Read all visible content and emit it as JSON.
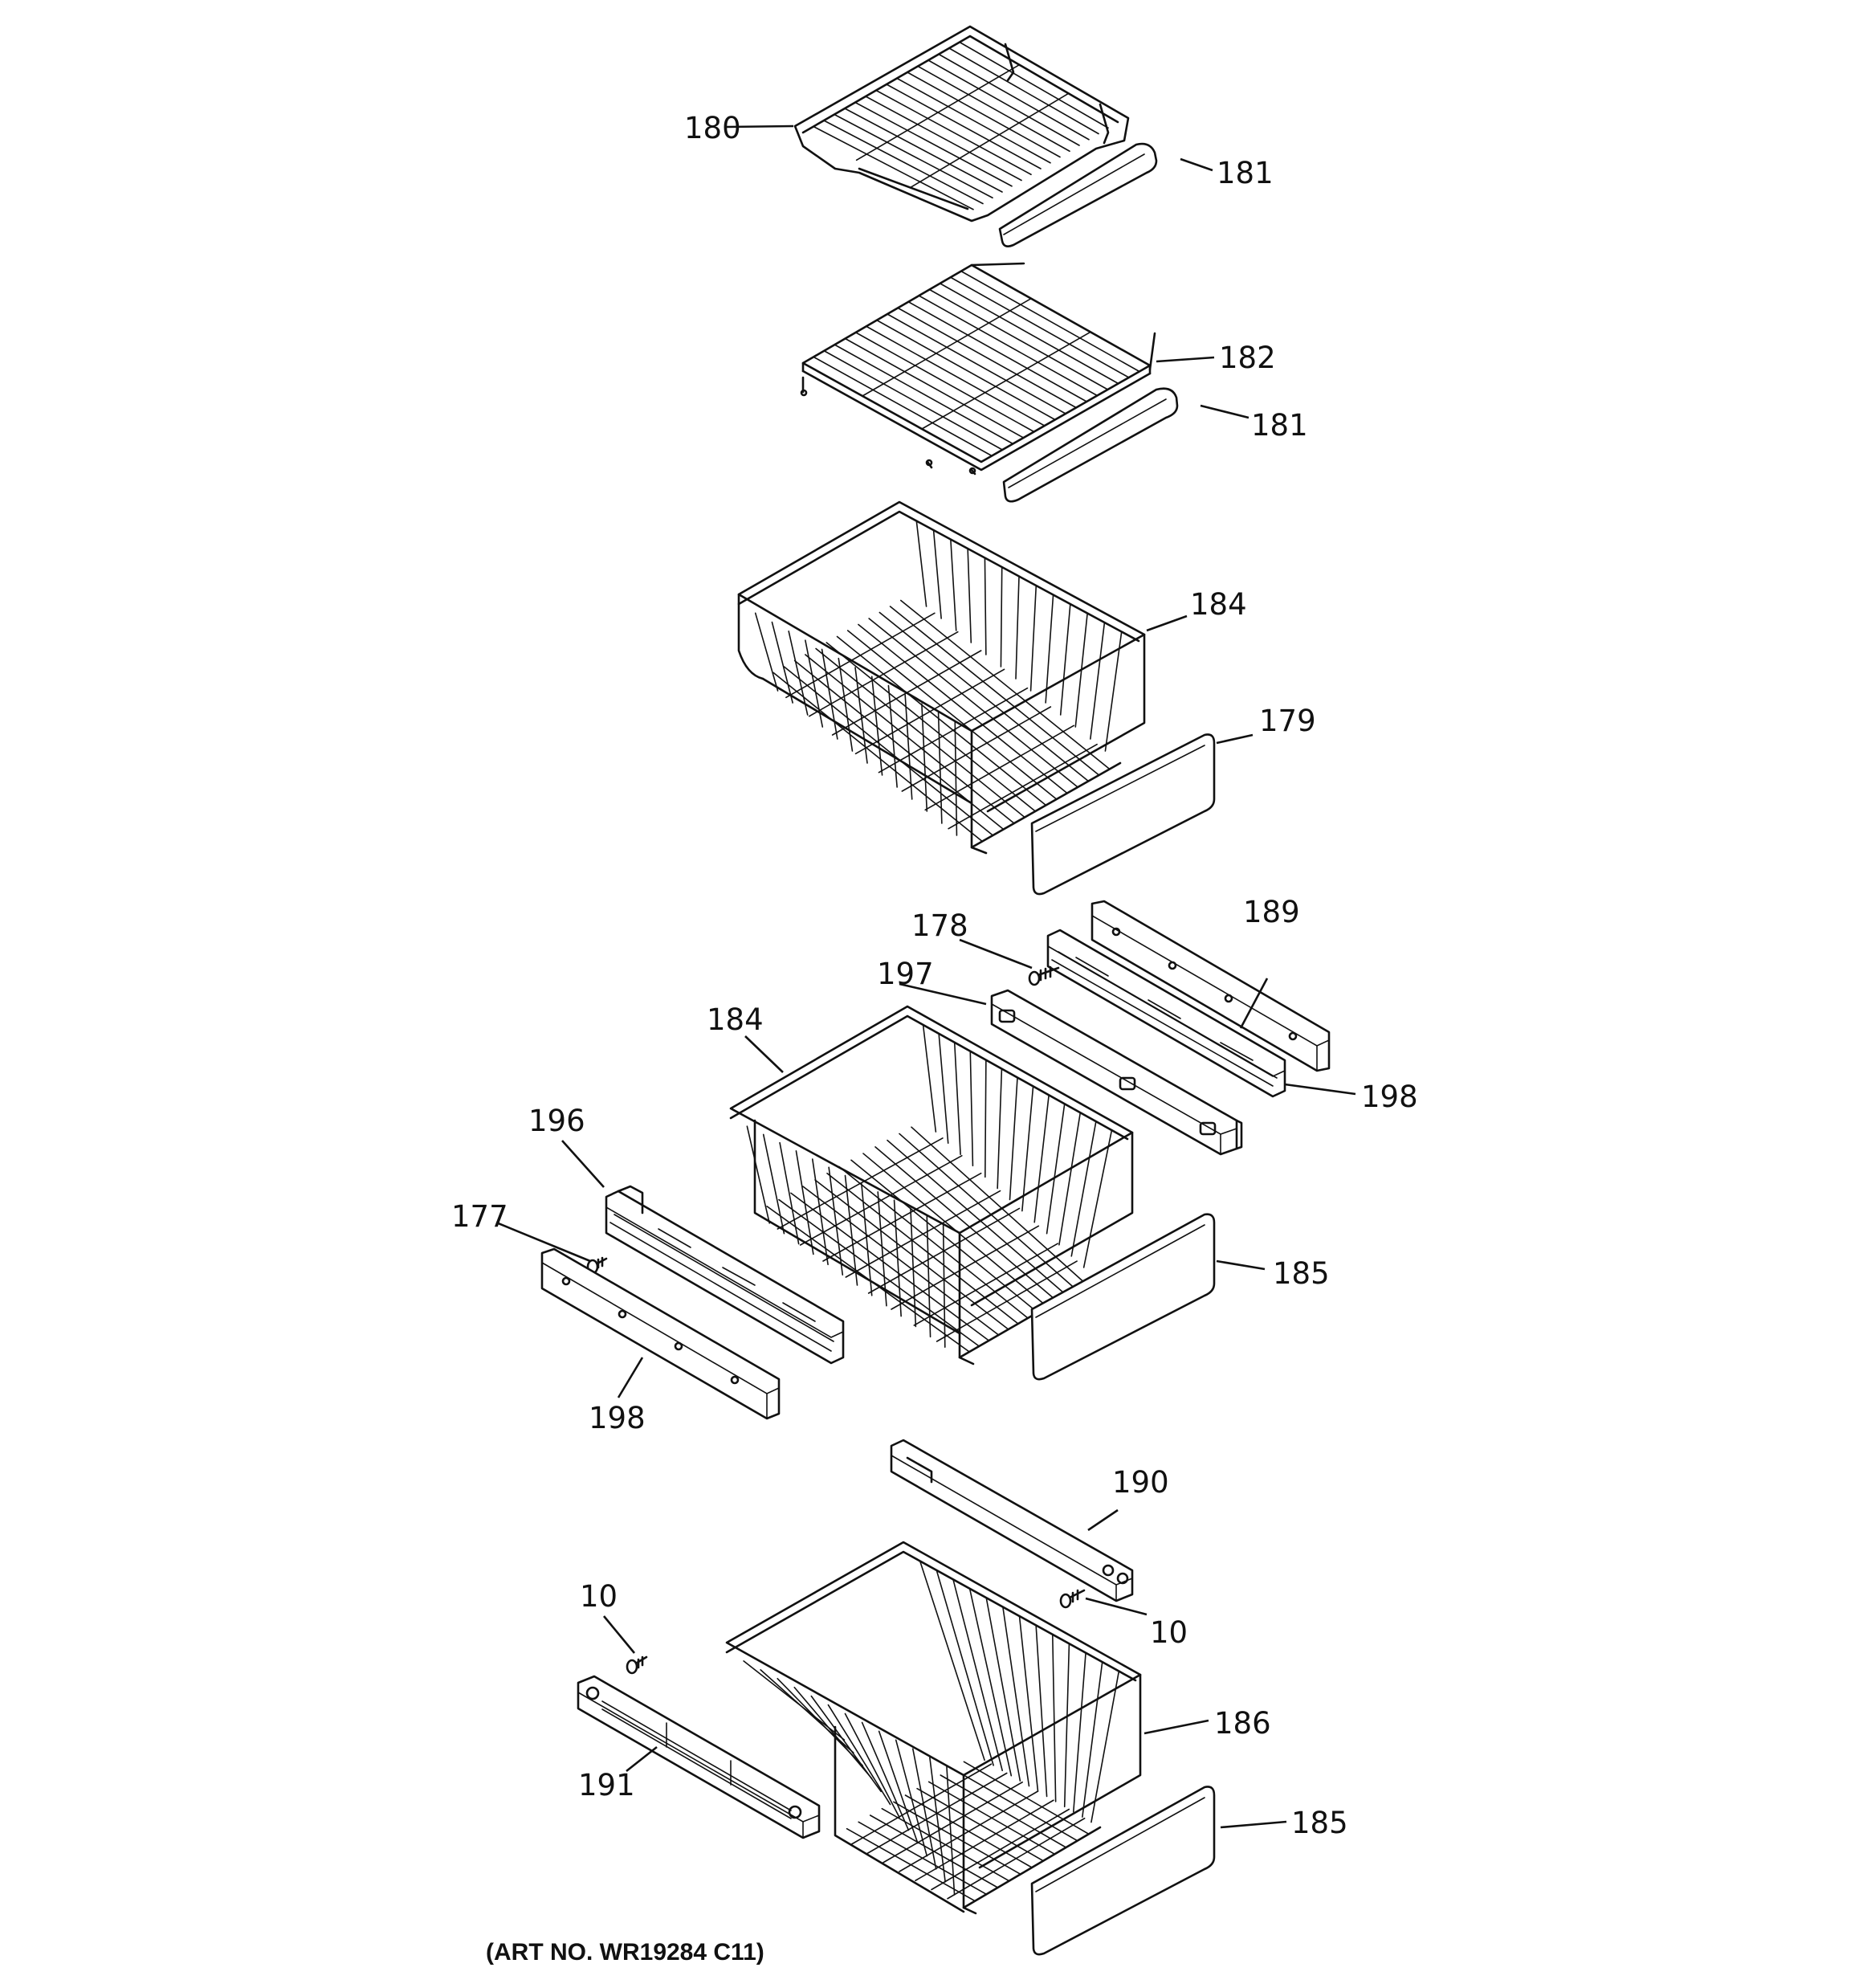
{
  "diagram": {
    "art_number": "(ART NO. WR19284 C11)",
    "callouts": {
      "c180": "180",
      "c181a": "181",
      "c182": "182",
      "c181b": "181",
      "c184a": "184",
      "c179": "179",
      "c178": "178",
      "c189": "189",
      "c197": "197",
      "c184b": "184",
      "c198a": "198",
      "c196": "196",
      "c177": "177",
      "c185a": "185",
      "c198b": "198",
      "c190": "190",
      "c10a": "10",
      "c10b": "10",
      "c186": "186",
      "c191": "191",
      "c185b": "185"
    }
  }
}
